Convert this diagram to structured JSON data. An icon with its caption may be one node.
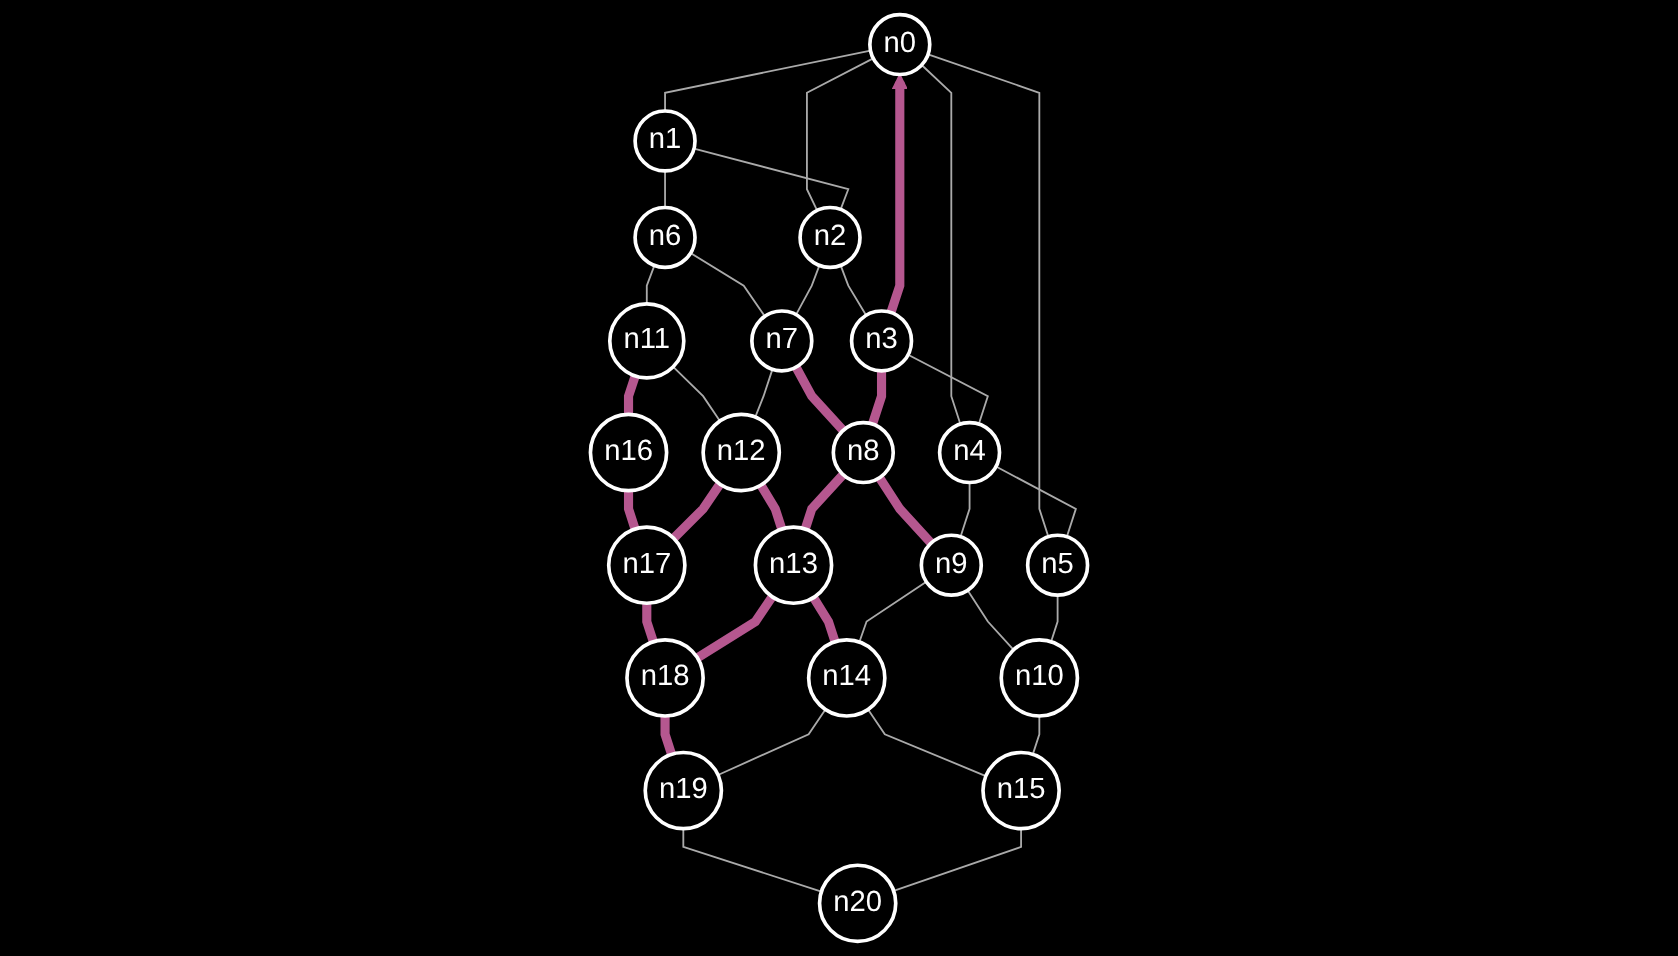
{
  "diagram": {
    "nodes": [
      {
        "text": [
          "n0"
        ]
      },
      {
        "text": [
          "n1"
        ]
      },
      {
        "text": [
          "n2"
        ]
      },
      {
        "text": [
          "n3"
        ]
      },
      {
        "text": [
          "n4"
        ]
      },
      {
        "text": [
          "n5"
        ]
      },
      {
        "text": [
          "n6"
        ]
      },
      {
        "text": [
          "n7"
        ]
      },
      {
        "text": [
          "n8"
        ]
      },
      {
        "text": [
          "n9"
        ]
      },
      {
        "text": [
          "n10"
        ]
      },
      {
        "text": [
          "n11"
        ]
      },
      {
        "text": [
          "n12"
        ]
      },
      {
        "text": [
          "n13"
        ]
      },
      {
        "text": [
          "n14"
        ]
      },
      {
        "text": [
          "n15"
        ]
      },
      {
        "text": [
          "n16"
        ]
      },
      {
        "text": [
          "n17"
        ]
      },
      {
        "text": [
          "n18"
        ]
      },
      {
        "text": [
          "n19"
        ]
      },
      {
        "text": [
          "n20"
        ]
      }
    ],
    "edges": [
      {
        "from": 0,
        "to": 1,
        "arrow": "none"
      },
      {
        "from": 0,
        "to": 2,
        "arrow": "none"
      },
      {
        "from": 3,
        "to": 0,
        "arrow": "to",
        "style": "thick",
        "color": "#b5578f"
      },
      {
        "from": 0,
        "to": 4,
        "arrow": "none"
      },
      {
        "from": 0,
        "to": 5,
        "arrow": "none"
      },
      {
        "from": 1,
        "to": 2,
        "arrow": "none"
      },
      {
        "from": 2,
        "to": 3,
        "arrow": "none"
      },
      {
        "from": 3,
        "to": 4,
        "arrow": "none"
      },
      {
        "from": 4,
        "to": 5,
        "arrow": "none"
      },
      {
        "from": 6,
        "to": 7,
        "arrow": "none"
      },
      {
        "from": 7,
        "to": 8,
        "arrow": "none",
        "style": "thick",
        "color": "#b5578f"
      },
      {
        "from": 8,
        "to": 9,
        "arrow": "none",
        "style": "thick",
        "color": "#b5578f"
      },
      {
        "from": 9,
        "to": 10,
        "arrow": "none"
      },
      {
        "from": 11,
        "to": 12,
        "arrow": "none"
      },
      {
        "from": 12,
        "to": 13,
        "arrow": "none",
        "style": "thick",
        "color": "#b5578f"
      },
      {
        "from": 13,
        "to": 14,
        "arrow": "none",
        "style": "thick",
        "color": "#b5578f"
      },
      {
        "from": 14,
        "to": 15,
        "arrow": "none"
      },
      {
        "from": 16,
        "to": 17,
        "arrow": "none",
        "style": "thick",
        "color": "#b5578f"
      },
      {
        "from": 17,
        "to": 18,
        "arrow": "none",
        "style": "thick",
        "color": "#b5578f"
      },
      {
        "from": 18,
        "to": 19,
        "arrow": "none",
        "style": "thick",
        "color": "#b5578f"
      },
      {
        "from": 19,
        "to": 20,
        "arrow": "none"
      },
      {
        "from": 1,
        "to": 6,
        "arrow": "none"
      },
      {
        "from": 6,
        "to": 11,
        "arrow": "none"
      },
      {
        "from": 11,
        "to": 16,
        "arrow": "none",
        "style": "thick",
        "color": "#b5578f"
      },
      {
        "from": 2,
        "to": 7,
        "arrow": "none"
      },
      {
        "from": 7,
        "to": 12,
        "arrow": "none"
      },
      {
        "from": 12,
        "to": 17,
        "arrow": "none",
        "style": "thick",
        "color": "#b5578f"
      },
      {
        "from": 3,
        "to": 8,
        "arrow": "none",
        "style": "thick",
        "color": "#b5578f"
      },
      {
        "from": 8,
        "to": 13,
        "arrow": "none",
        "style": "thick",
        "color": "#b5578f"
      },
      {
        "from": 13,
        "to": 18,
        "arrow": "none",
        "style": "thick",
        "color": "#b5578f"
      },
      {
        "from": 4,
        "to": 9,
        "arrow": "none"
      },
      {
        "from": 9,
        "to": 14,
        "arrow": "none"
      },
      {
        "from": 14,
        "to": 19,
        "arrow": "none"
      },
      {
        "from": 5,
        "to": 10,
        "arrow": "none"
      },
      {
        "from": 10,
        "to": 15,
        "arrow": "none"
      },
      {
        "from": 15,
        "to": 20,
        "arrow": "none"
      }
    ]
  }
}
